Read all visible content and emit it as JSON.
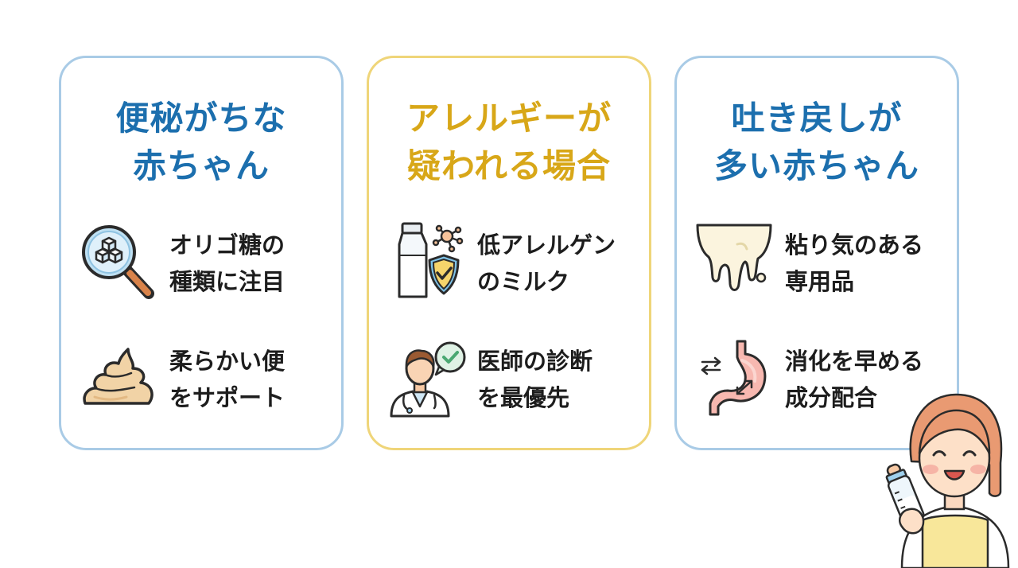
{
  "cards": [
    {
      "title_lines": [
        "便秘がちな",
        "赤ちゃん"
      ],
      "items": [
        {
          "icon": "magnifier-sugar-cubes-icon",
          "lines": [
            "オリゴ糖の",
            "種類に注目"
          ]
        },
        {
          "icon": "soft-stool-icon",
          "lines": [
            "柔らかい便",
            "をサポート"
          ]
        }
      ]
    },
    {
      "title_lines": [
        "アレルギーが",
        "疑われる場合"
      ],
      "items": [
        {
          "icon": "milk-bottle-shield-icon",
          "lines": [
            "低アレルゲン",
            "のミルク"
          ]
        },
        {
          "icon": "doctor-check-icon",
          "lines": [
            "医師の診断",
            "を最優先"
          ]
        }
      ]
    },
    {
      "title_lines": [
        "吐き戻しが",
        "多い赤ちゃん"
      ],
      "items": [
        {
          "icon": "thick-liquid-drip-icon",
          "lines": [
            "粘り気のある",
            "専用品"
          ]
        },
        {
          "icon": "stomach-digestion-icon",
          "lines": [
            "消化を早める",
            "成分配合"
          ]
        }
      ]
    }
  ],
  "colors": {
    "blue_title": "#1c6fae",
    "yellow_title": "#d8a718",
    "blue_border": "#a9cbe6",
    "yellow_border": "#efd579"
  },
  "illustration": {
    "icon": "mother-with-baby-bottle-icon"
  }
}
